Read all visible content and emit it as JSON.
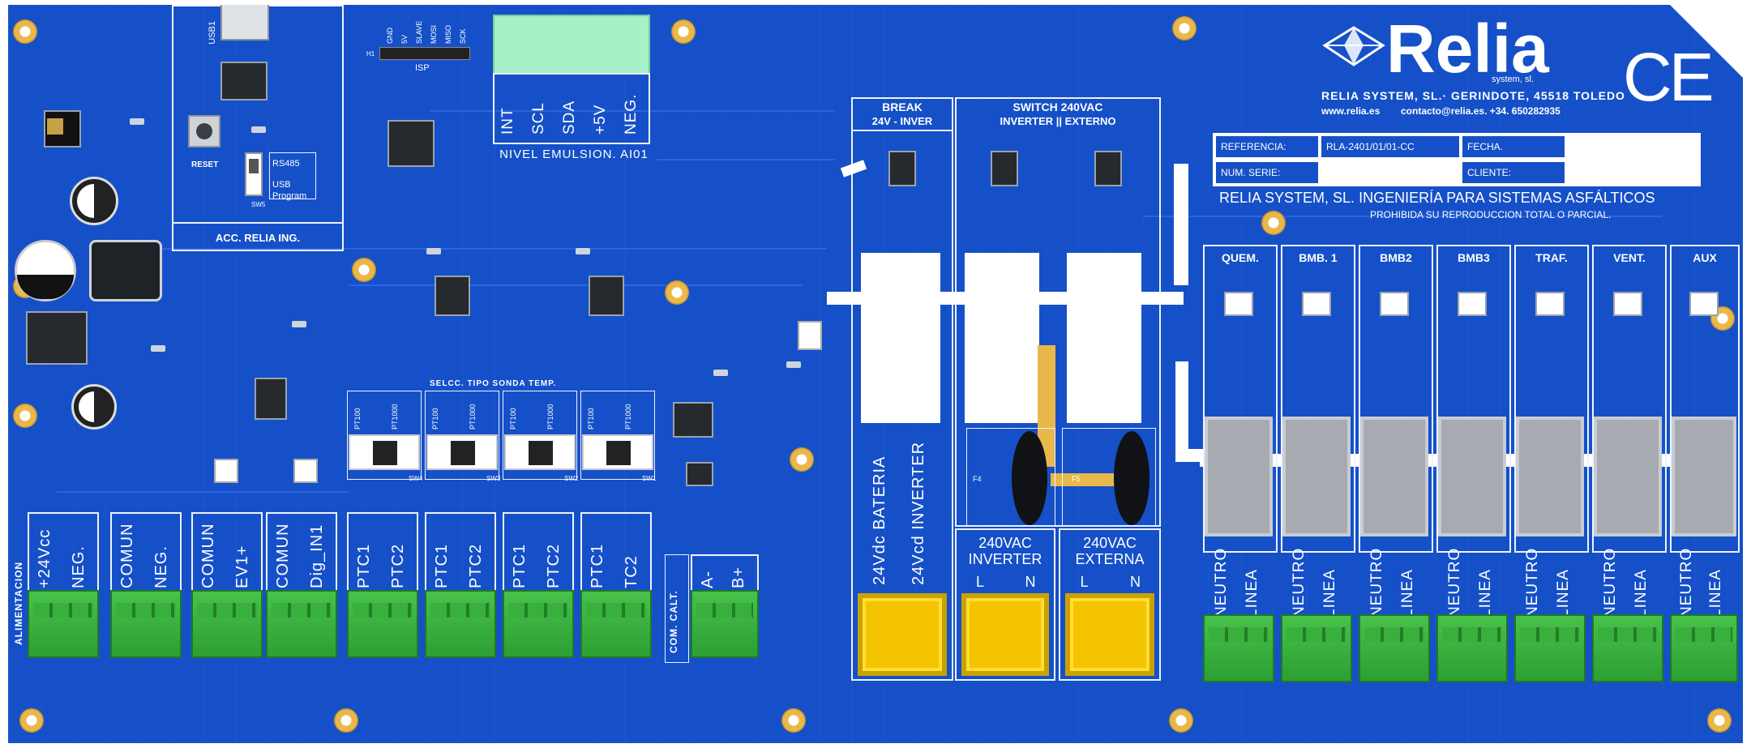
{
  "brand": {
    "logo_text": "Relia",
    "logo_sub": "system, sl.",
    "company_line": "RELIA SYSTEM, SL.·  GERINDOTE, 45518 TOLEDO",
    "web": "www.relia.es",
    "contact": "contacto@relia.es. +34. 650282935",
    "ce_mark": "CE"
  },
  "info_table": {
    "ref_label": "REFERENCIA:",
    "ref_value": "RLA-2401/01/01-CC",
    "serial_label": "NUM. SERIE:",
    "date_label": "FECHA.",
    "client_label": "CLIENTE:"
  },
  "tagline": "RELIA SYSTEM, SL.  INGENIERÍA PARA SISTEMAS ASFÁLTICOS",
  "notice": "PROHIBIDA SU REPRODUCCION TOTAL O PARCIAL.",
  "isp": {
    "title": "ISP",
    "pins": [
      "GND",
      "5V",
      "SLAVE",
      "MOSI",
      "MISO",
      "SCK"
    ],
    "ref": "H1"
  },
  "usb": {
    "ref": "USB1"
  },
  "reset_label": "RESET",
  "rs485_label": "RS485",
  "usb_label": "USB",
  "program_label": "Program",
  "sw_ref": "SW5",
  "acc_label": "ACC. RELIA ING.",
  "emulsion": {
    "pins": [
      "INT",
      "SCL",
      "SDA",
      "+5V",
      "NEG."
    ],
    "title": "NIVEL EMULSION. AI01"
  },
  "break_title": "BREAK",
  "break_sub": "24V - INVER",
  "switch_title": "SWITCH 240VAC",
  "switch_sub": "INVERTER || EXTERNO",
  "sonda_title": "SELCC. TIPO SONDA TEMP.",
  "sonda_switches": [
    {
      "a": "PT100",
      "b": "PT1000",
      "ref": "SW4"
    },
    {
      "a": "PT100",
      "b": "PT1000",
      "ref": "SW3"
    },
    {
      "a": "PT100",
      "b": "PT1000",
      "ref": "SW2"
    },
    {
      "a": "PT100",
      "b": "PT1000",
      "ref": "SW1"
    }
  ],
  "alimentacion_label": "ALIMENTACION",
  "com_calt_label": "COM. CALT.",
  "terminals_left": [
    {
      "a": "+24Vcc",
      "b": "NEG."
    },
    {
      "a": "COMUN",
      "b": "NEG."
    },
    {
      "a": "COMUN",
      "b": "EV1+"
    },
    {
      "a": "COMUN",
      "b": "Dig_IN1"
    },
    {
      "a": "PTC1",
      "b": "PTC2"
    },
    {
      "a": "PTC1",
      "b": "PTC2"
    },
    {
      "a": "PTC1",
      "b": "PTC2"
    },
    {
      "a": "PTC1",
      "b": "TC2"
    }
  ],
  "ab_terminal": {
    "a": "A-",
    "b": "B+"
  },
  "battery_labels": {
    "a": "24Vdc BATERIA",
    "b": "24Vcd INVERTER"
  },
  "inverter_block": {
    "title1": "240VAC",
    "title2": "INVERTER",
    "l": "L",
    "n": "N"
  },
  "externa_block": {
    "title1": "240VAC",
    "title2": "EXTERNA",
    "l": "L",
    "n": "N"
  },
  "outputs": [
    {
      "name": "QUEM.",
      "a": "NEUTRO",
      "b": "LINEA"
    },
    {
      "name": "BMB. 1",
      "a": "NEUTRO",
      "b": "LINEA"
    },
    {
      "name": "BMB2",
      "a": "NEUTRO",
      "b": "LINEA"
    },
    {
      "name": "BMB3",
      "a": "NEUTRO",
      "b": "LINEA"
    },
    {
      "name": "TRAF.",
      "a": "NEUTRO",
      "b": "LINEA"
    },
    {
      "name": "VENT.",
      "a": "NEUTRO",
      "b": "LINEA"
    },
    {
      "name": "AUX",
      "a": "NEUTRO",
      "b": "LINEA"
    }
  ],
  "fuse_refs": [
    "F4",
    "F5"
  ],
  "colors": {
    "pcb": "#1550c8",
    "silkscreen": "#ffffff",
    "terminal": "#3cb544",
    "mounting_hole": "#d4a23a",
    "power_terminal": "#f5c400"
  }
}
